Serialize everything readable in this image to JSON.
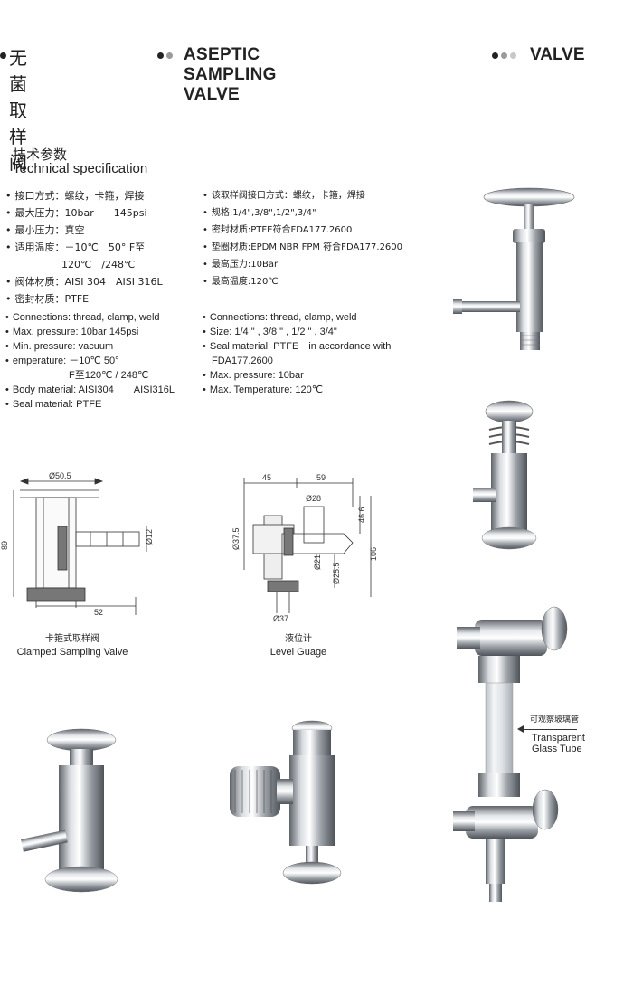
{
  "header": {
    "title_cn": "无菌取样阀",
    "title_en": "ASEPTIC SAMPLING VALVE",
    "category": "VALVE"
  },
  "section": {
    "title_cn": "技术参数",
    "title_en": "Technical specification"
  },
  "spec_left_cn": [
    "接口方式：螺纹，卡箍，焊接",
    "最大压力：10bar　　145psi",
    "最小压力：真空",
    "适用温度：－10℃　50° F至",
    "120℃　/248℃",
    "阀体材质：AISI 304　AISI 316L",
    "密封材质：PTFE"
  ],
  "spec_right_cn": [
    "该取样阀接口方式：螺纹，卡箍，焊接",
    "规格:1/4\",3/8\",1/2\",3/4\"",
    "密封材质:PTFE符合FDA177.2600",
    "垫圈材质:EPDM NBR FPM 符合FDA177.2600",
    "最高压力:10Bar",
    "最高温度:120℃"
  ],
  "spec_left_en": [
    "Connections: thread, clamp, weld",
    "Max. pressure: 10bar  145psi",
    "Min. pressure: vacuum",
    "emperature: －10℃  50°",
    "F至120℃ / 248℃",
    "Body material: AISI304　　AISI316L",
    "Seal material: PTFE"
  ],
  "spec_right_en": [
    "Connections: thread, clamp, weld",
    "Size: 1/4 \" , 3/8 \" , 1/2 \" , 3/4\"",
    "Seal material: PTFE　in accordance with",
    "FDA177.2600",
    "Max. pressure: 10bar",
    "Max. Temperature: 120℃"
  ],
  "drawing1": {
    "dim_diameter": "Ø50.5",
    "dim_height": "89",
    "dim_length": "52",
    "dim_outlet": "Ø12",
    "caption_cn": "卡箍式取样阀",
    "caption_en": "Clamped Sampling Valve"
  },
  "drawing2": {
    "dim_a": "45",
    "dim_b": "59",
    "dim_c": "Ø28",
    "dim_d": "46.6",
    "dim_e": "Ø37.5",
    "dim_f": "Ø21",
    "dim_g": "Ø25.5",
    "dim_h": "106",
    "dim_i": "Ø37",
    "caption_cn": "液位计",
    "caption_en": "Level Guage"
  },
  "glass_label": {
    "cn": "可观察玻璃管",
    "en_line1": "Transparent",
    "en_line2": "Glass Tube"
  },
  "colors": {
    "metal_dark": "#6f747a",
    "metal_light": "#eef0f2",
    "accent_dot": "#222222",
    "accent_dot_light": "#9a9a9a"
  }
}
